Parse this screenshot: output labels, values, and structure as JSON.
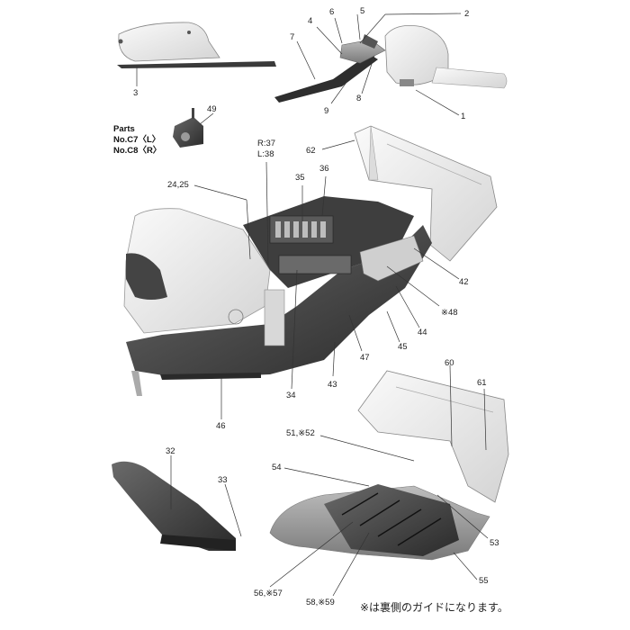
{
  "parts_title": "Parts",
  "parts_c7": "No.C7〈L〉",
  "parts_c8": "No.C8〈R〉",
  "labels": {
    "p1": "1",
    "p2": "2",
    "p3": "3",
    "p4": "4",
    "p5": "5",
    "p6": "6",
    "p7": "7",
    "p8": "8",
    "p9": "9",
    "p24_25": "24,25",
    "p32": "32",
    "p33": "33",
    "p34": "34",
    "p35": "35",
    "p36": "36",
    "r37": "R:37",
    "l38": "L:38",
    "p42": "42",
    "p43": "43",
    "p44": "44",
    "p45": "45",
    "p46": "46",
    "p47": "47",
    "p48": "※48",
    "p49": "49",
    "p51_52": "51,※52",
    "p53": "53",
    "p54": "54",
    "p55": "55",
    "p56_57": "56,※57",
    "p58_59": "58,※59",
    "p60": "60",
    "p61": "61",
    "p62": "62"
  },
  "footnote": "※は裏側のガイドになります。"
}
